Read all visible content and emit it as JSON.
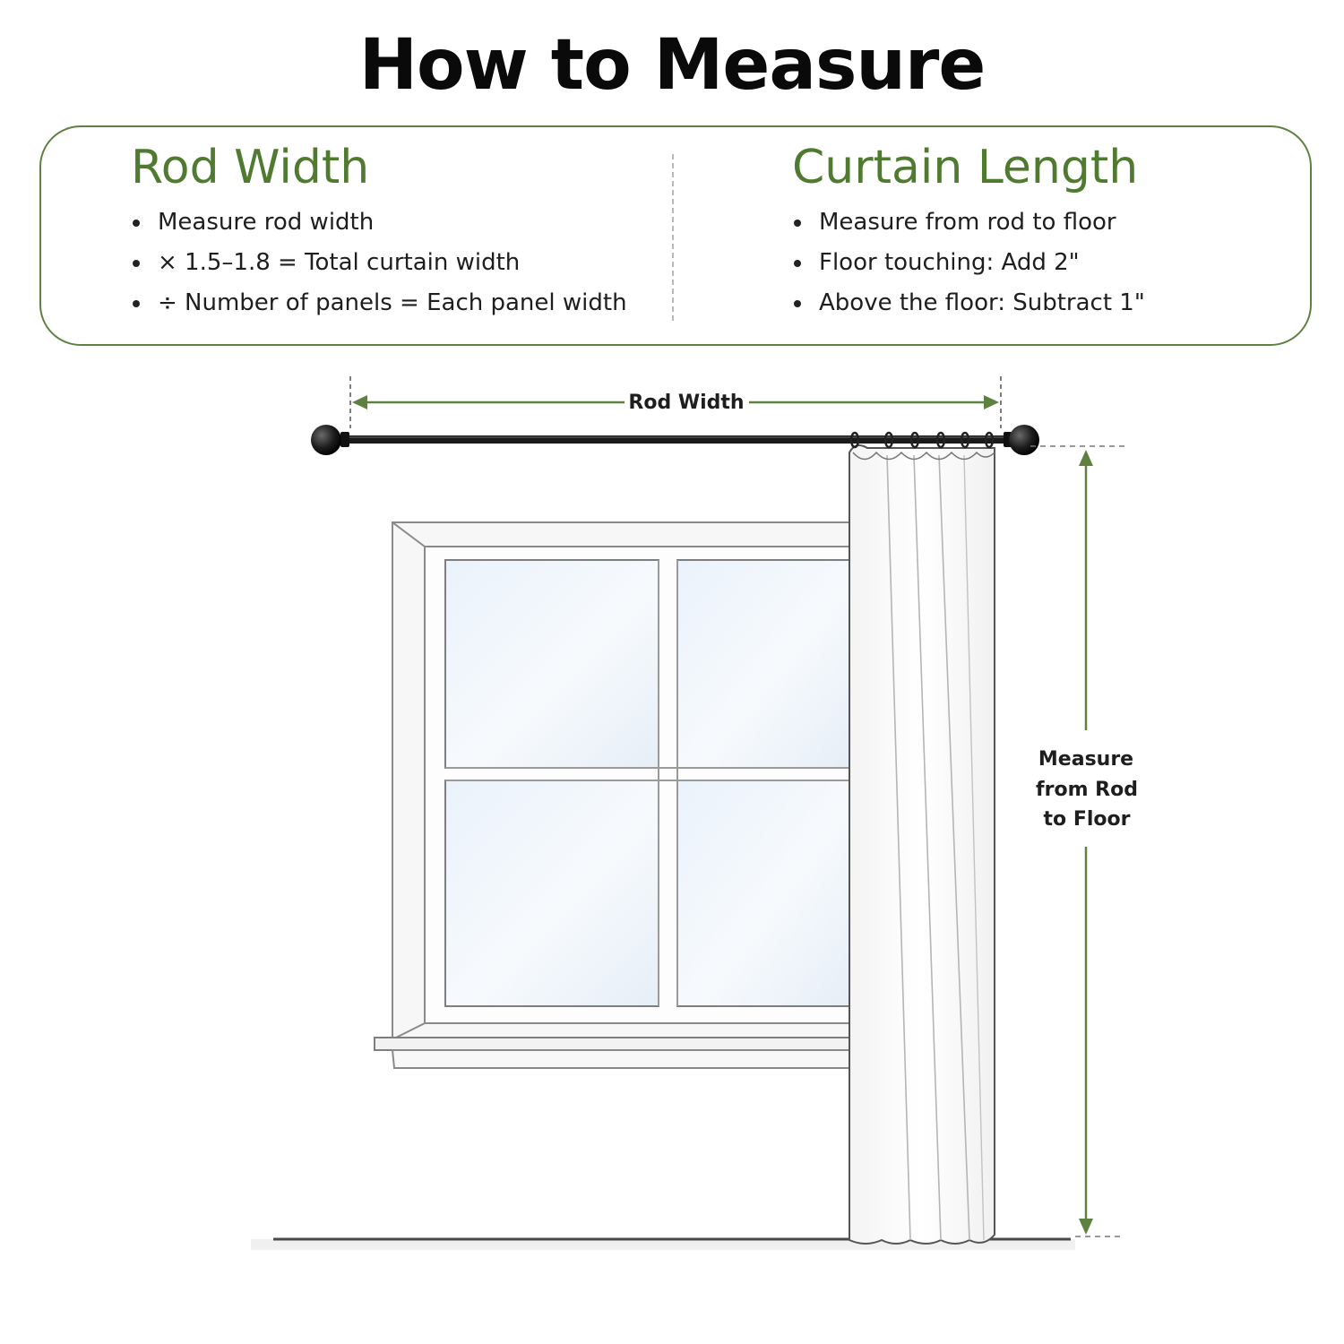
{
  "title": "How to Measure",
  "rod_width_section": {
    "heading": "Rod Width",
    "bullets": [
      "Measure rod width",
      "× 1.5–1.8 = Total curtain width",
      "÷ Number of panels = Each panel width"
    ]
  },
  "curtain_length_section": {
    "heading": "Curtain Length",
    "bullets": [
      "Measure from rod to floor",
      "Floor touching: Add 2\"",
      "Above the floor: Subtract 1\""
    ]
  },
  "diagram": {
    "rod_width_label": "Rod Width",
    "length_label_lines": [
      "Measure",
      "from Rod",
      "to Floor"
    ]
  },
  "colors": {
    "accent_green": "#5e8141",
    "heading_green": "#4f7a30",
    "rod": "#1a1a1a"
  }
}
